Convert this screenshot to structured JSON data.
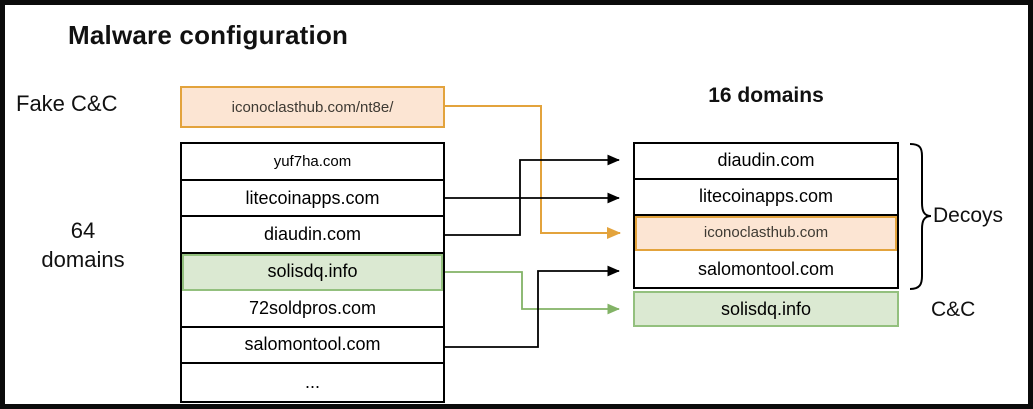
{
  "title": "Malware configuration",
  "fake_cc": {
    "label": "Fake C&C",
    "domain": "iconoclasthub.com/nt8e/"
  },
  "left_panel": {
    "count_line1": "64",
    "count_line2": "domains",
    "rows": [
      "yuf7ha.com",
      "litecoinapps.com",
      "diaudin.com",
      "solisdq.info",
      "72soldpros.com",
      "salomontool.com",
      "..."
    ]
  },
  "right_panel": {
    "header": "16 domains",
    "rows": [
      "diaudin.com",
      "litecoinapps.com",
      "iconoclasthub.com",
      "salomontool.com"
    ],
    "cc_row": "solisdq.info"
  },
  "annotations": {
    "decoys": "Decoys",
    "cc": "C&C"
  },
  "colors": {
    "line_black": "#000000",
    "orange_border": "#E3A33C",
    "orange_fill": "#FCE5D3",
    "green_border": "#93C07E",
    "green_arrow": "#82B366",
    "highlight_green_fill": "#DBE9D2"
  }
}
